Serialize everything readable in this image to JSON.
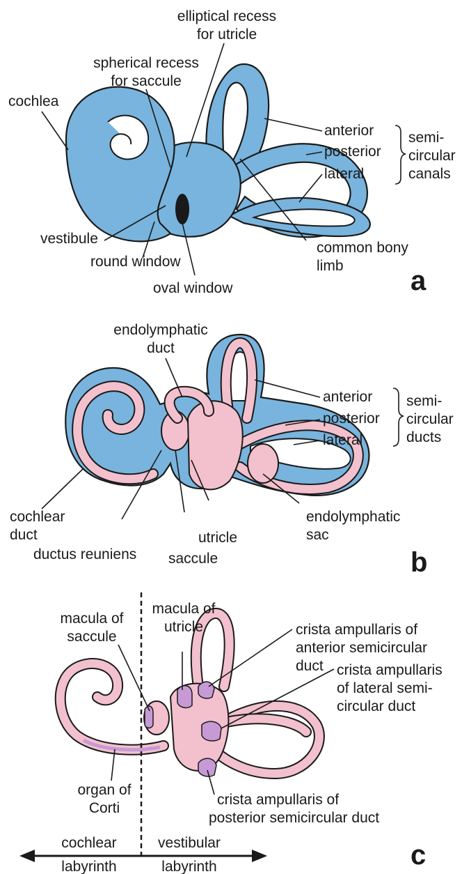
{
  "panel_a": {
    "letter": "a",
    "labels": {
      "elliptical_recess_1": "elliptical recess",
      "elliptical_recess_2": "for utricle",
      "spherical_recess_1": "spherical recess",
      "spherical_recess_2": "for saccule",
      "cochlea": "cochlea",
      "anterior": "anterior",
      "posterior": "posterior",
      "lateral": "lateral",
      "semicircular_canals_1": "semi-",
      "semicircular_canals_2": "circular",
      "semicircular_canals_3": "canals",
      "vestibule": "vestibule",
      "round_window": "round window",
      "oval_window": "oval window",
      "common_bony_limb_1": "common bony",
      "common_bony_limb_2": "limb"
    }
  },
  "panel_b": {
    "letter": "b",
    "labels": {
      "endolymphatic_duct_1": "endolymphatic",
      "endolymphatic_duct_2": "duct",
      "anterior": "anterior",
      "posterior": "posterior",
      "lateral": "lateral",
      "semicircular_ducts_1": "semi-",
      "semicircular_ducts_2": "circular",
      "semicircular_ducts_3": "ducts",
      "cochlear_duct_1": "cochlear",
      "cochlear_duct_2": "duct",
      "ductus_reuniens": "ductus reuniens",
      "utricle": "utricle",
      "saccule": "saccule",
      "endolymphatic_sac_1": "endolymphatic",
      "endolymphatic_sac_2": "sac"
    }
  },
  "panel_c": {
    "letter": "c",
    "labels": {
      "macula_saccule_1": "macula of",
      "macula_saccule_2": "saccule",
      "macula_utricle_1": "macula of",
      "macula_utricle_2": "utricle",
      "crista_anterior_1": "crista ampullaris of",
      "crista_anterior_2": "anterior semicircular",
      "crista_anterior_3": "duct",
      "crista_lateral_1": "crista ampullaris",
      "crista_lateral_2": "of lateral semi-",
      "crista_lateral_3": "circular duct",
      "organ_corti_1": "organ of",
      "organ_corti_2": "Corti",
      "crista_posterior_1": "crista ampullaris of",
      "crista_posterior_2": "posterior semicircular duct",
      "cochlear_labyrinth_1": "cochlear",
      "cochlear_labyrinth_2": "labyrinth",
      "vestibular_labyrinth_1": "vestibular",
      "vestibular_labyrinth_2": "labyrinth"
    }
  },
  "colors": {
    "bony_labyrinth": "#78b4dd",
    "membranous_labyrinth": "#f2c1cd",
    "sensory_epithelium": "#c79ad6"
  }
}
